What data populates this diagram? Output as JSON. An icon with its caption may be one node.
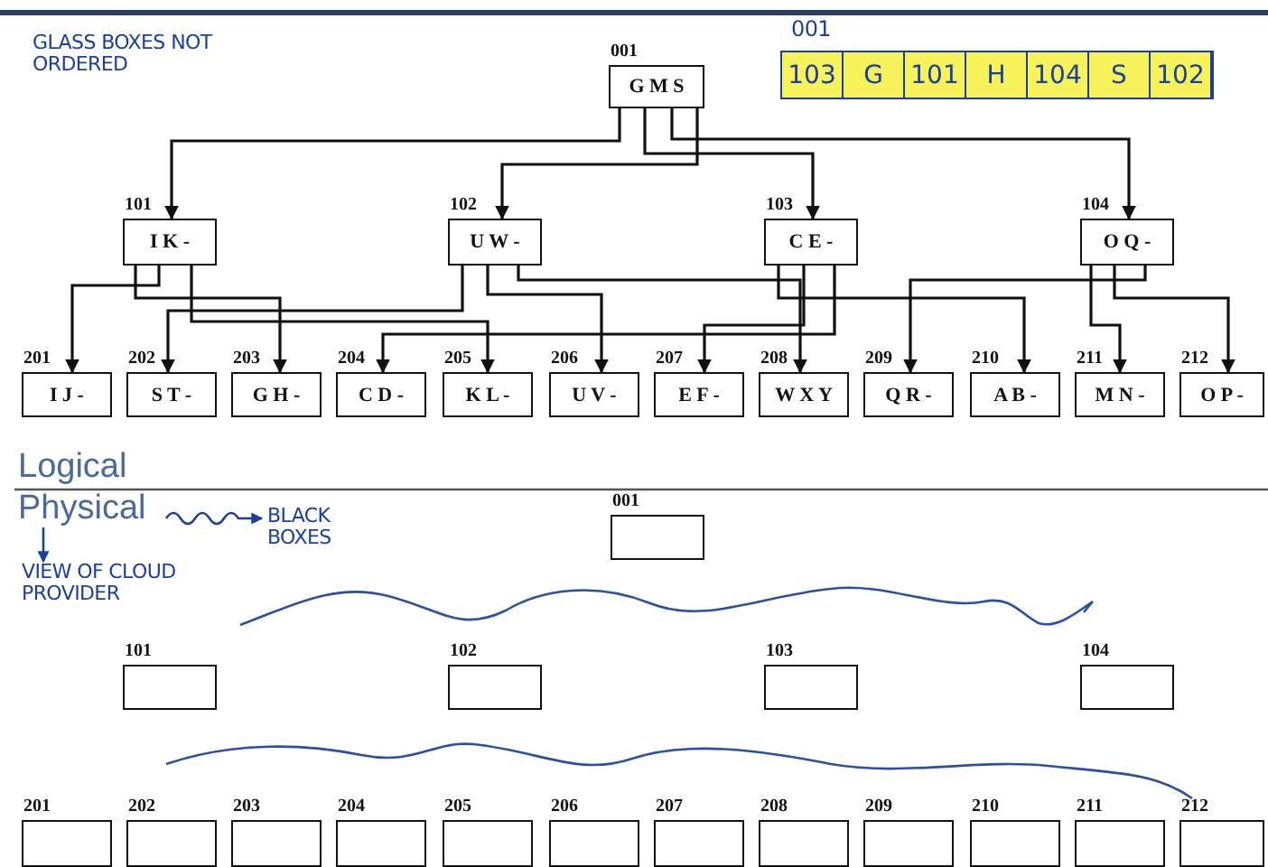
{
  "diagram": {
    "nodes": [
      {
        "text": [
          "103",
          "G",
          "101",
          "H",
          "104",
          "S",
          "102"
        ],
        "beside": [
          "001"
        ]
      },
      {
        "text": [
          "001",
          "G M S"
        ]
      },
      {
        "text": [
          "101",
          "I K -"
        ]
      },
      {
        "text": [
          "102",
          "U W -"
        ]
      },
      {
        "text": [
          "103",
          "C E -"
        ]
      },
      {
        "text": [
          "104",
          "O Q -"
        ]
      },
      {
        "text": [
          "201",
          "I J -"
        ]
      },
      {
        "text": [
          "202",
          "S T -"
        ]
      },
      {
        "text": [
          "203",
          "G H -"
        ]
      },
      {
        "text": [
          "204",
          "C D -"
        ]
      },
      {
        "text": [
          "205",
          "K L -"
        ]
      },
      {
        "text": [
          "206",
          "U V -"
        ]
      },
      {
        "text": [
          "207",
          "E F -"
        ]
      },
      {
        "text": [
          "208",
          "W X Y"
        ]
      },
      {
        "text": [
          "209",
          "Q R -"
        ]
      },
      {
        "text": [
          "210",
          "A B -"
        ]
      },
      {
        "text": [
          "211",
          "M N -"
        ]
      },
      {
        "text": [
          "212",
          "O P -"
        ]
      },
      {
        "text": [
          "Physical"
        ]
      },
      {
        "text": [
          "BLACK BOXES"
        ]
      },
      {
        "text": [
          "VIEW OF CLOUD PROVIDER"
        ]
      },
      {
        "text": [
          "001"
        ]
      },
      {
        "text": [
          "101"
        ]
      },
      {
        "text": [
          "102"
        ]
      },
      {
        "text": [
          "103"
        ]
      },
      {
        "text": [
          "104"
        ]
      },
      {
        "text": [
          "201"
        ]
      },
      {
        "text": [
          "202"
        ]
      },
      {
        "text": [
          "203"
        ]
      },
      {
        "text": [
          "204"
        ]
      },
      {
        "text": [
          "205"
        ]
      },
      {
        "text": [
          "206"
        ]
      },
      {
        "text": [
          "207"
        ]
      },
      {
        "text": [
          "208"
        ]
      },
      {
        "text": [
          "209"
        ]
      },
      {
        "text": [
          "210"
        ]
      },
      {
        "text": [
          "211"
        ]
      },
      {
        "text": [
          "212"
        ]
      }
    ],
    "edges": [
      {
        "from": 1,
        "to": 2,
        "arrow": "to"
      },
      {
        "from": 1,
        "to": 3,
        "arrow": "to"
      },
      {
        "from": 1,
        "to": 4,
        "arrow": "to"
      },
      {
        "from": 1,
        "to": 5,
        "arrow": "to"
      },
      {
        "from": 2,
        "to": 6,
        "arrow": "to"
      },
      {
        "from": 2,
        "to": 8,
        "arrow": "to"
      },
      {
        "from": 2,
        "to": 10,
        "arrow": "to"
      },
      {
        "from": 3,
        "to": 7,
        "arrow": "to"
      },
      {
        "from": 3,
        "to": 11,
        "arrow": "to"
      },
      {
        "from": 3,
        "to": 13,
        "arrow": "to"
      },
      {
        "from": 4,
        "to": 9,
        "arrow": "to"
      },
      {
        "from": 4,
        "to": 12,
        "arrow": "to"
      },
      {
        "from": 4,
        "to": 15,
        "arrow": "to"
      },
      {
        "from": 5,
        "to": 14,
        "arrow": "to"
      },
      {
        "from": 5,
        "to": 16,
        "arrow": "to"
      },
      {
        "from": 5,
        "to": 17,
        "arrow": "to"
      },
      {
        "from": 18,
        "to": 19,
        "arrow": "to",
        "color": "#1a3fa0"
      },
      {
        "from": 18,
        "to": 20,
        "arrow": "to",
        "color": "#1a3fa0"
      }
    ],
    "labels": [
      "GLASS BOXES NOT ORDERED",
      "Logical"
    ]
  }
}
